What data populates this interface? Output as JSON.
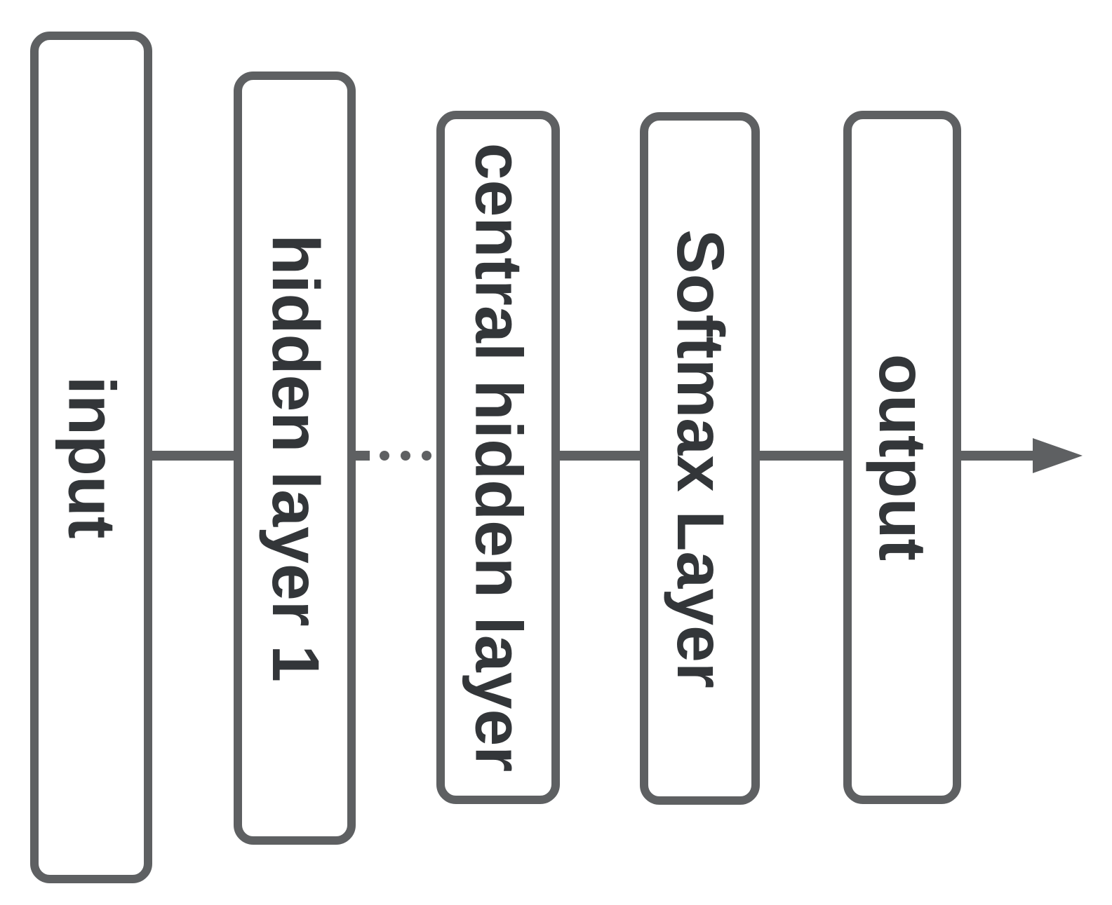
{
  "diagram": {
    "type": "neural-network-architecture-flow",
    "direction": "left-to-right",
    "layers": [
      {
        "id": "input",
        "label": "input"
      },
      {
        "id": "hidden-layer-1",
        "label": "hidden layer 1"
      },
      {
        "id": "central-hidden-layer",
        "label": "central hidden layer"
      },
      {
        "id": "softmax-layer",
        "label": "Softmax Layer"
      },
      {
        "id": "output",
        "label": "output"
      }
    ],
    "connections": [
      {
        "from": "input",
        "to": "hidden-layer-1",
        "style": "solid"
      },
      {
        "from": "hidden-layer-1",
        "to": "central-hidden-layer",
        "style": "dotted"
      },
      {
        "from": "central-hidden-layer",
        "to": "softmax-layer",
        "style": "solid"
      },
      {
        "from": "softmax-layer",
        "to": "output",
        "style": "solid"
      },
      {
        "from": "output",
        "to": "external",
        "style": "solid-arrow"
      }
    ],
    "colors": {
      "background": "#ffffff",
      "box_border": "#5e6062",
      "connector_line": "#5e6062",
      "label_text": "#333639"
    },
    "text_orientation": "rotated-90-clockwise"
  }
}
